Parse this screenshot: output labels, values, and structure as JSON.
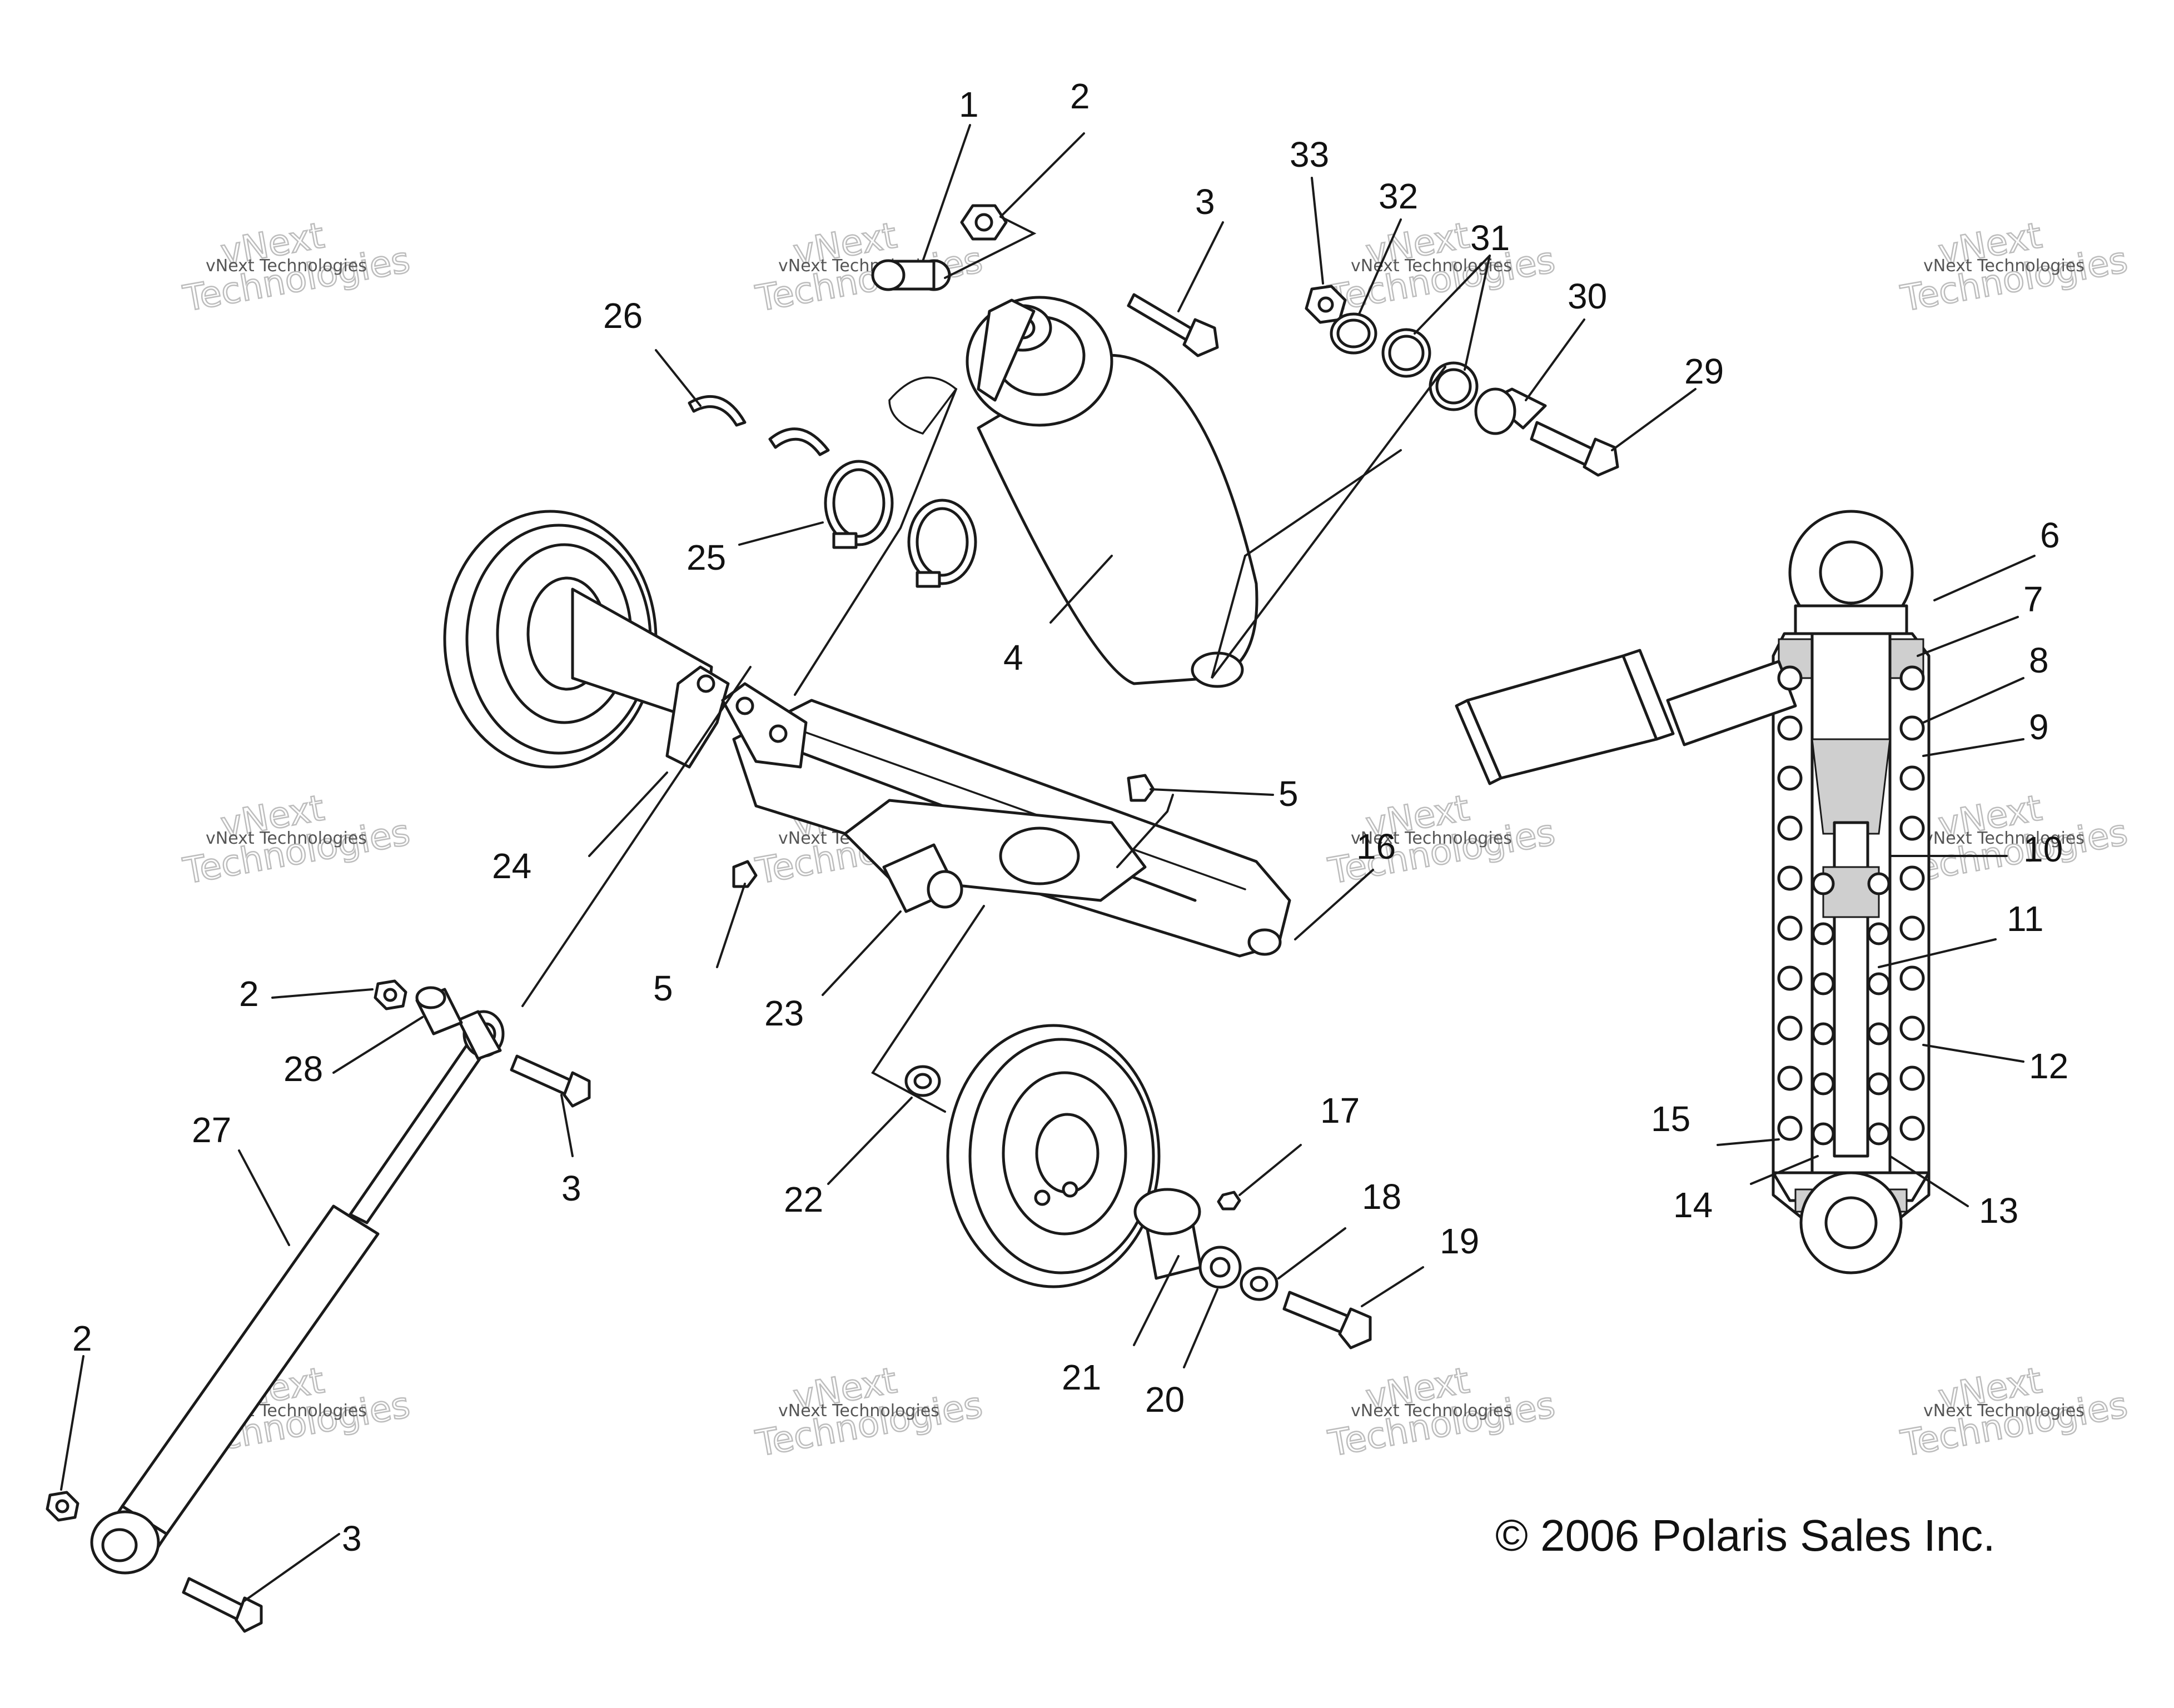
{
  "watermark": {
    "line1": "vNext",
    "line2": "Technologies",
    "small": "vNext Technologies"
  },
  "copyright": "© 2006 Polaris Sales Inc.",
  "callouts": [
    {
      "id": "c1",
      "label": "1"
    },
    {
      "id": "c2a",
      "label": "2"
    },
    {
      "id": "c3a",
      "label": "3"
    },
    {
      "id": "c33",
      "label": "33"
    },
    {
      "id": "c32",
      "label": "32"
    },
    {
      "id": "c31",
      "label": "31"
    },
    {
      "id": "c30",
      "label": "30"
    },
    {
      "id": "c29",
      "label": "29"
    },
    {
      "id": "c26",
      "label": "26"
    },
    {
      "id": "c25",
      "label": "25"
    },
    {
      "id": "c4",
      "label": "4"
    },
    {
      "id": "c6",
      "label": "6"
    },
    {
      "id": "c7",
      "label": "7"
    },
    {
      "id": "c8",
      "label": "8"
    },
    {
      "id": "c9",
      "label": "9"
    },
    {
      "id": "c10",
      "label": "10"
    },
    {
      "id": "c11",
      "label": "11"
    },
    {
      "id": "c12",
      "label": "12"
    },
    {
      "id": "c13",
      "label": "13"
    },
    {
      "id": "c14",
      "label": "14"
    },
    {
      "id": "c15",
      "label": "15"
    },
    {
      "id": "c5a",
      "label": "5"
    },
    {
      "id": "c5b",
      "label": "5"
    },
    {
      "id": "c16",
      "label": "16"
    },
    {
      "id": "c24",
      "label": "24"
    },
    {
      "id": "c23",
      "label": "23"
    },
    {
      "id": "c2b",
      "label": "2"
    },
    {
      "id": "c28",
      "label": "28"
    },
    {
      "id": "c3b",
      "label": "3"
    },
    {
      "id": "c27",
      "label": "27"
    },
    {
      "id": "c22",
      "label": "22"
    },
    {
      "id": "c17",
      "label": "17"
    },
    {
      "id": "c18",
      "label": "18"
    },
    {
      "id": "c19",
      "label": "19"
    },
    {
      "id": "c21",
      "label": "21"
    },
    {
      "id": "c20",
      "label": "20"
    },
    {
      "id": "c2c",
      "label": "2"
    },
    {
      "id": "c3c",
      "label": "3"
    }
  ]
}
